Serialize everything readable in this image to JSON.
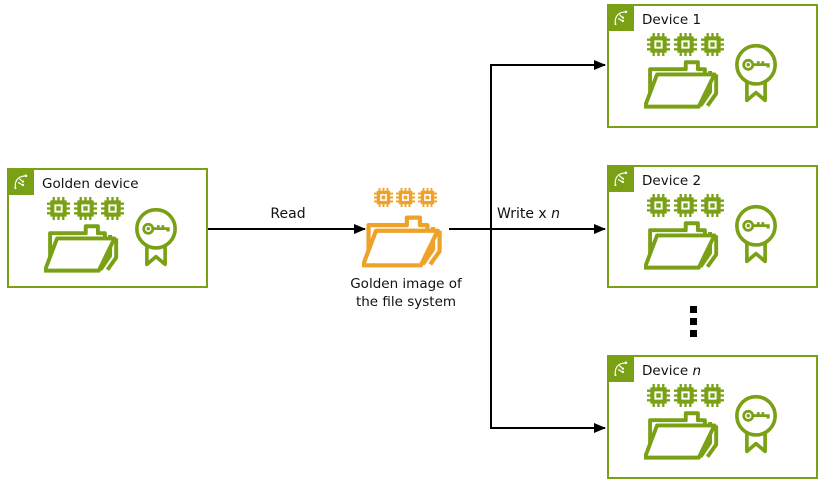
{
  "golden_device": {
    "title": "Golden device"
  },
  "golden_image": {
    "label_lines": [
      "Golden image of",
      "the file system"
    ]
  },
  "arrows": {
    "read_label": "Read",
    "write_label_prefix": "Write x ",
    "write_label_italic": "n"
  },
  "devices": [
    {
      "title": "Device 1"
    },
    {
      "title": "Device 2"
    },
    {
      "title_prefix": "Device ",
      "title_italic": "n"
    }
  ],
  "ellipsis_glyph": "⋮",
  "colors": {
    "green": "#7AA116",
    "gold": "#EFA229",
    "arrow": "#000000",
    "text": "#111111",
    "background": "#FFFFFF"
  },
  "icons": {
    "corner_badge": "greengrass-icon",
    "chip": "chip-icon",
    "folder": "folder-icon",
    "certificate": "certificate-key-icon"
  }
}
